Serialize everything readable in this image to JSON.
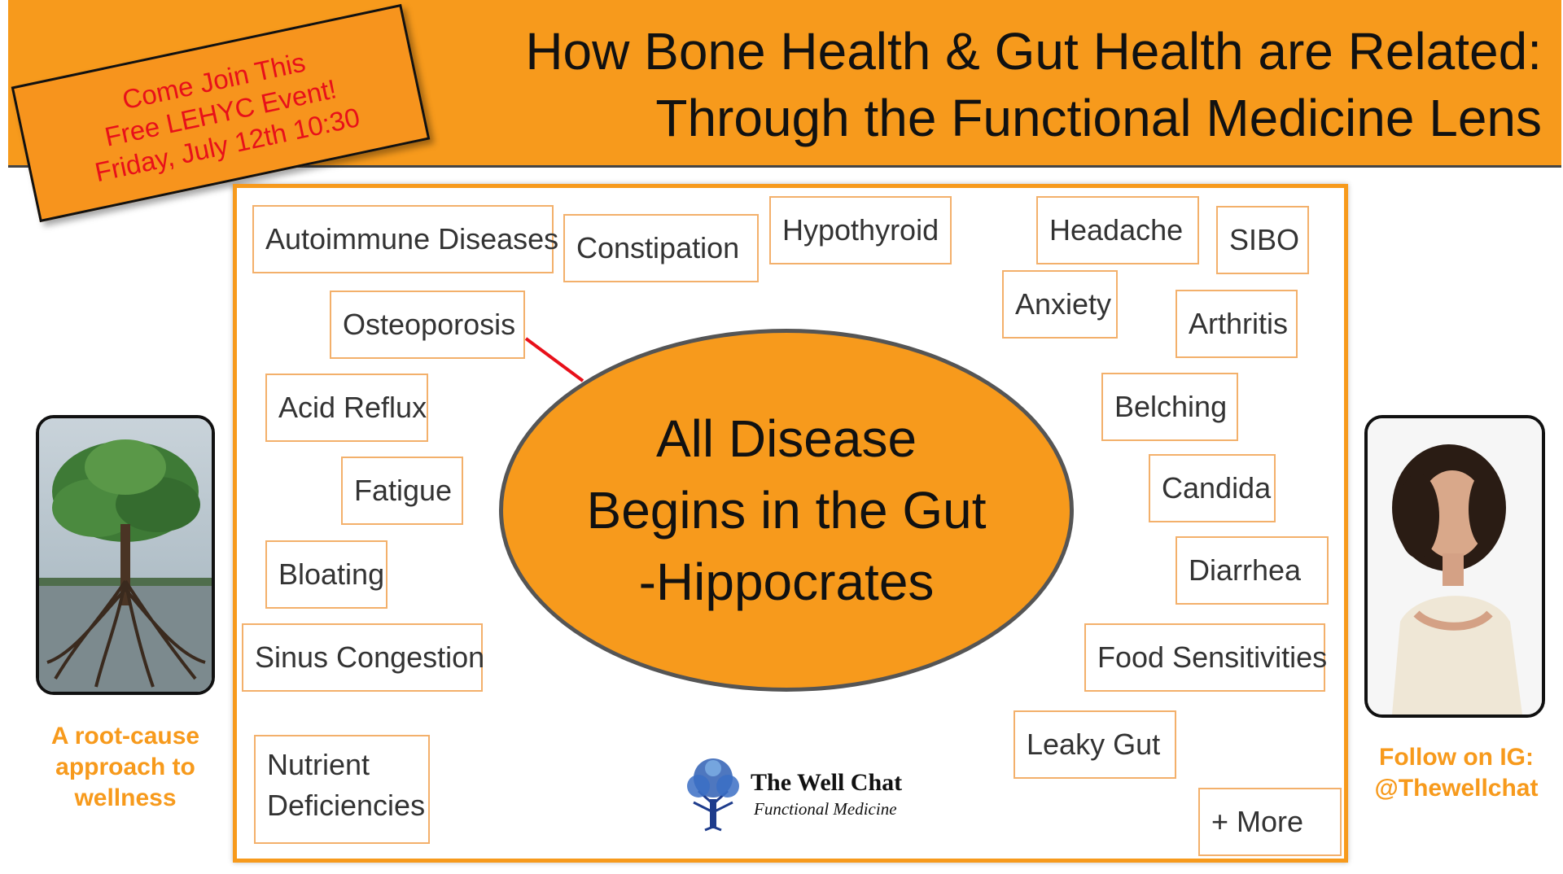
{
  "header": {
    "title_line1": "How Bone Health & Gut Health are Related:",
    "title_line2": "Through the Functional Medicine Lens"
  },
  "badge": {
    "line1": "Come Join This",
    "line2": "Free LEHYC Event!",
    "line3": "Friday, July 12th 10:30"
  },
  "center": {
    "line1": "All Disease",
    "line2": "Begins in the Gut",
    "line3": "-Hippocrates"
  },
  "conditions": {
    "autoimmune": "Autoimmune Diseases",
    "constipation": "Constipation",
    "hypothyroid": "Hypothyroid",
    "headache": "Headache",
    "sibo": "SIBO",
    "osteoporosis": "Osteoporosis",
    "anxiety": "Anxiety",
    "arthritis": "Arthritis",
    "acid_reflux": "Acid Reflux",
    "belching": "Belching",
    "fatigue": "Fatigue",
    "candida": "Candida",
    "bloating": "Bloating",
    "diarrhea": "Diarrhea",
    "sinus": "Sinus Congestion",
    "food_sens": "Food Sensitivities",
    "leaky_gut": "Leaky Gut",
    "nutrient_line1": "Nutrient",
    "nutrient_line2": "Deficiencies",
    "more": "+ More"
  },
  "left_caption": {
    "line1": "A root-cause",
    "line2": "approach to",
    "line3": "wellness"
  },
  "right_caption": {
    "line1": "Follow on IG:",
    "line2": "@Thewellchat"
  },
  "logo": {
    "name": "The Well Chat",
    "subtitle": "Functional Medicine"
  },
  "colors": {
    "orange": "#f79a1c",
    "badge_text": "#e8101a",
    "tag_border": "#f3b06b"
  }
}
